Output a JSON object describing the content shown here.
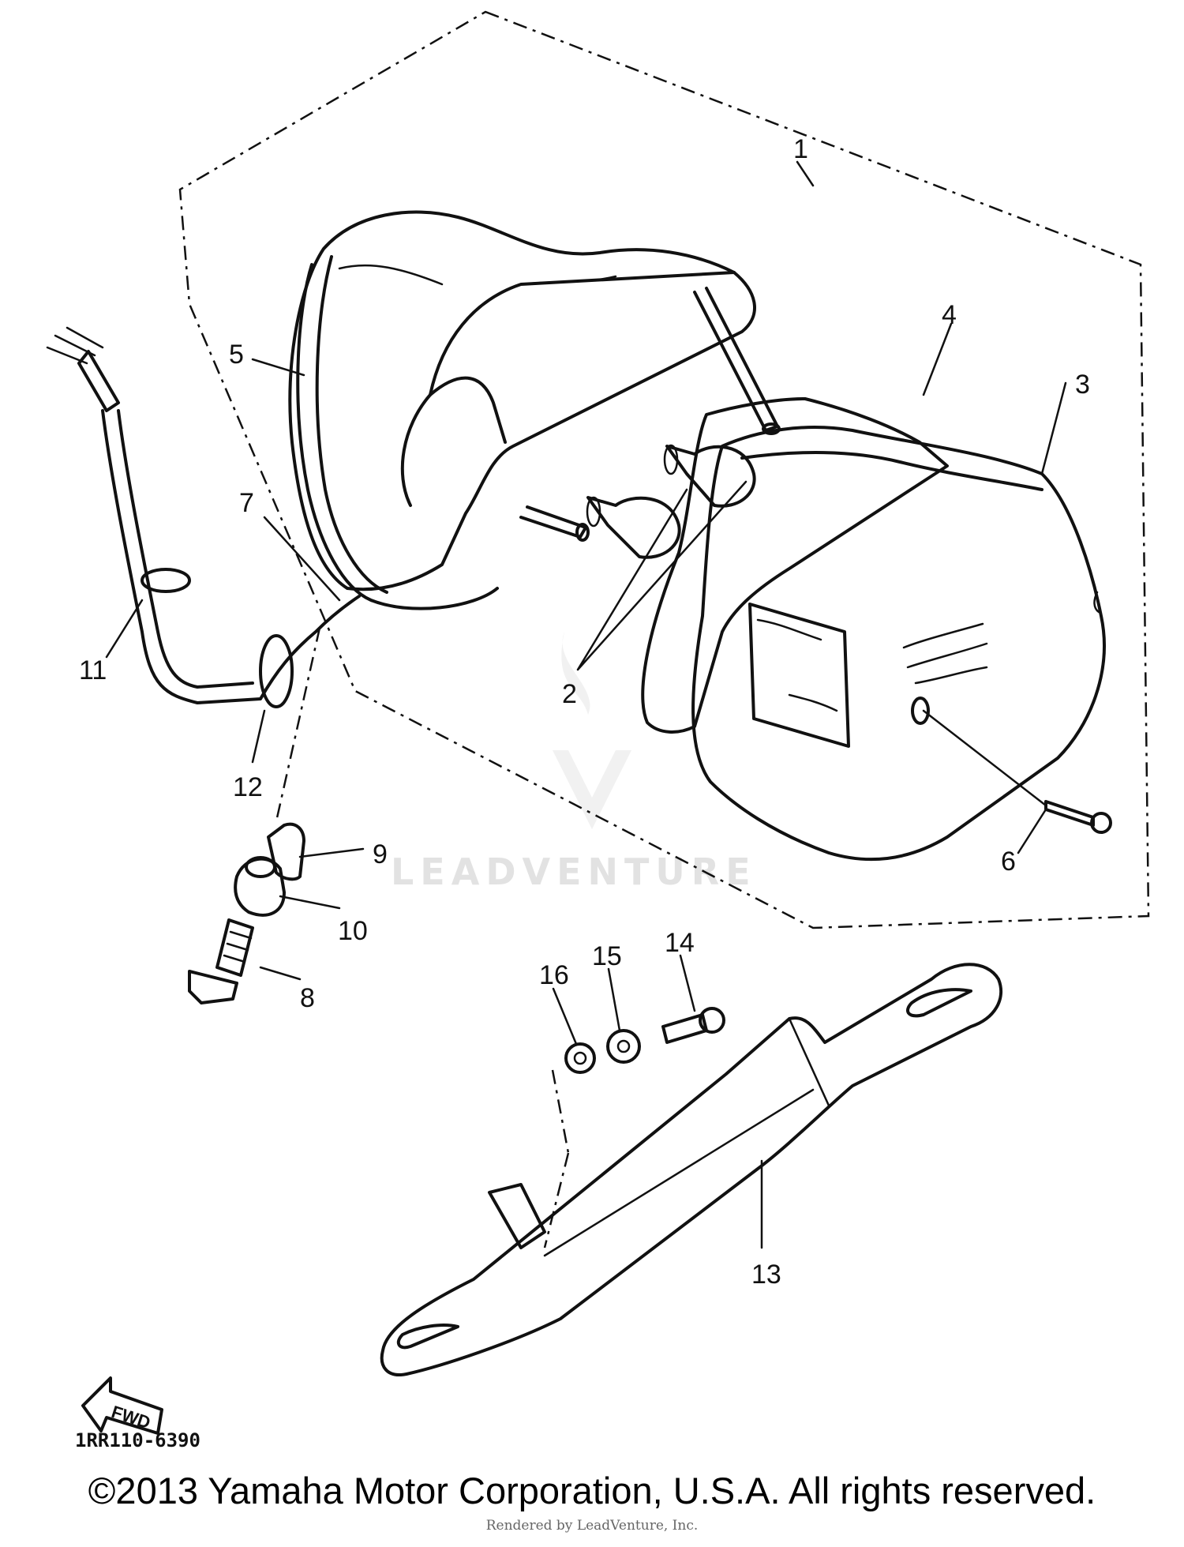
{
  "diagram": {
    "callouts": [
      "1",
      "2",
      "3",
      "4",
      "5",
      "6",
      "7",
      "8",
      "9",
      "10",
      "11",
      "12",
      "13",
      "14",
      "15",
      "16"
    ],
    "watermark": "LEADVENTURE",
    "fwd_label": "FWD",
    "drawing_code": "1RR110-6390"
  },
  "footer": {
    "copyright": "©2013 Yamaha Motor Corporation, U.S.A. All rights reserved.",
    "credit": "Rendered by LeadVenture, Inc."
  }
}
